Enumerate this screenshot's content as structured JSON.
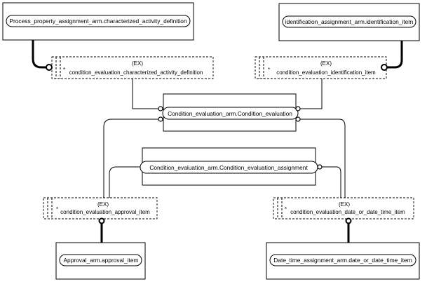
{
  "entities": {
    "process_property": "Process_property_assignment_arm.characterized_activity_definition",
    "identification_item": "identification_assignment_arm.identification_item",
    "condition_evaluation": "Condition_evaluation_arm.Condition_evaluation",
    "condition_evaluation_assignment": "Condition_evaluation_arm.Condition_evaluation_assignment",
    "approval_item": "Approval_arm.approval_item",
    "date_or_date_time_item": "Date_time_assignment_arm.date_or_date_time_item"
  },
  "selects": {
    "ex_marker": "(EX)",
    "asterisk": "*",
    "char_activity": "condition_evaluation_characterized_activity_definition",
    "ident_item": "condition_evaluation_identification_item",
    "approval_item": "condition_evaluation_approval_item",
    "date_item": "condition_evaluation_date_or_date_time_item"
  }
}
